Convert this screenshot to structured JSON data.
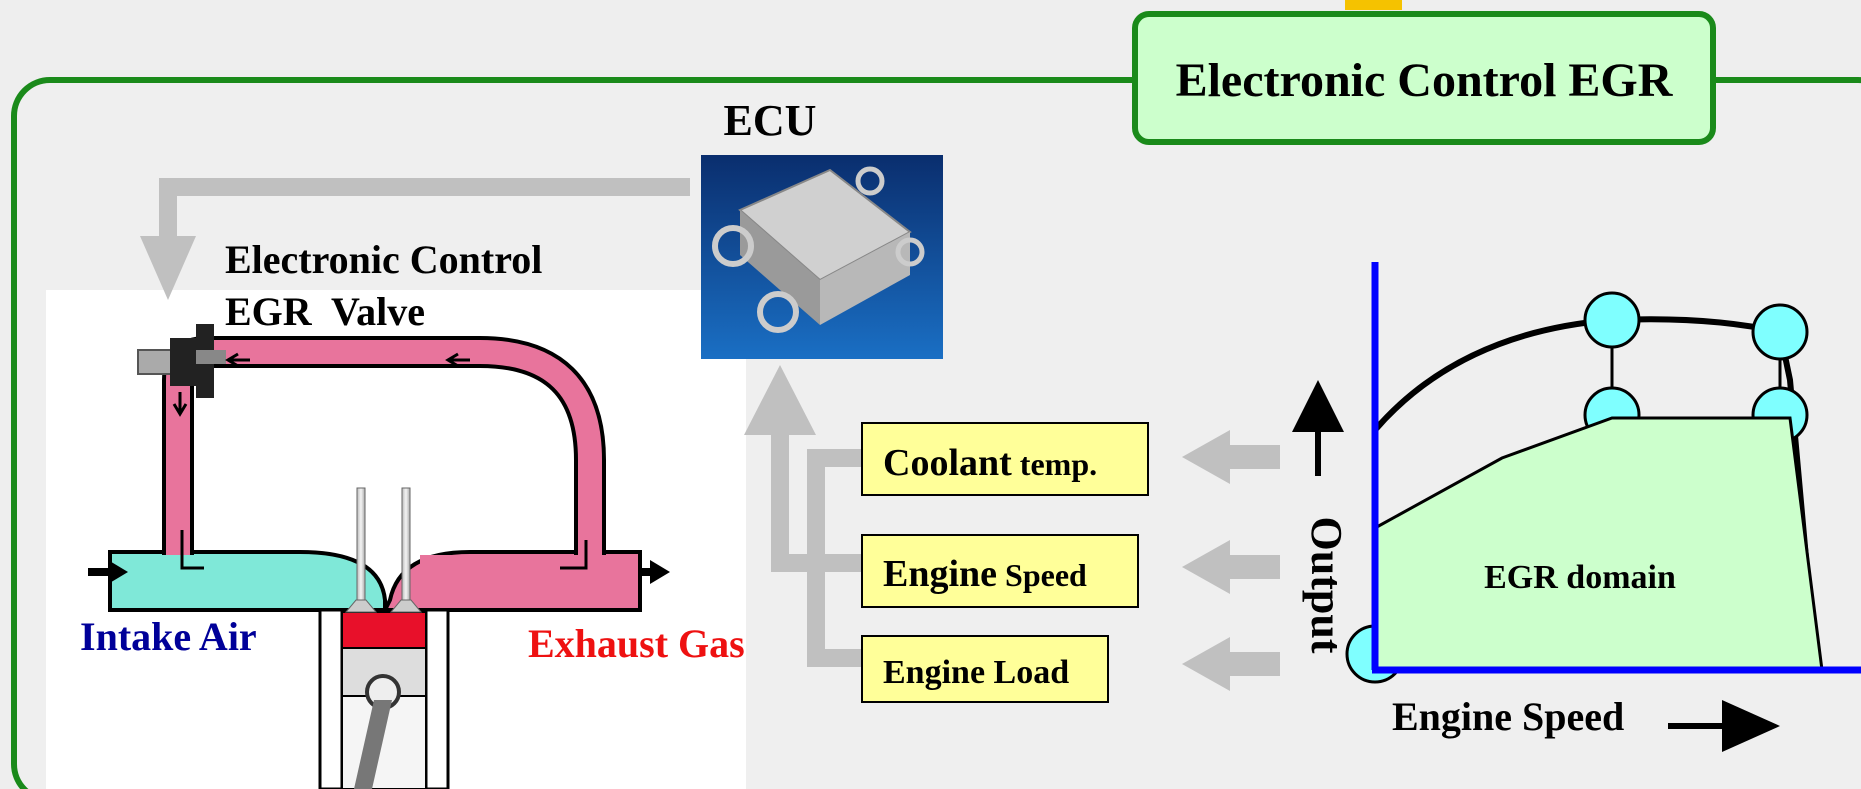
{
  "title": "Electronic Control EGR",
  "ecu_label": "ECU",
  "valve_label": {
    "line1": "Electronic Control",
    "line2": "EGR  Valve"
  },
  "intake_label": "Intake Air",
  "exhaust_label": "Exhaust Gas",
  "sensors": [
    {
      "big": "Coolant",
      "small": " temp."
    },
    {
      "big": "Engine",
      "small": " Speed"
    },
    {
      "big": "Engine Load",
      "small": ""
    }
  ],
  "chart": {
    "x_label": "Engine Speed",
    "y_label": "Output",
    "domain_label": "EGR domain"
  },
  "colors": {
    "frame_green": "#1a8a1a",
    "title_fill": "#ccffcc",
    "sensor_fill": "#ffff99",
    "axis_blue": "#0000ff",
    "node_cyan": "#7fffff",
    "egr_fill": "#ccffcc",
    "exhaust_pink": "#e8749c",
    "intake_teal": "#7fe8d8",
    "piston_red": "#e8102a",
    "arrow_gray": "#c0c0c0",
    "intake_text": "#000099",
    "exhaust_text": "#ee1111"
  }
}
